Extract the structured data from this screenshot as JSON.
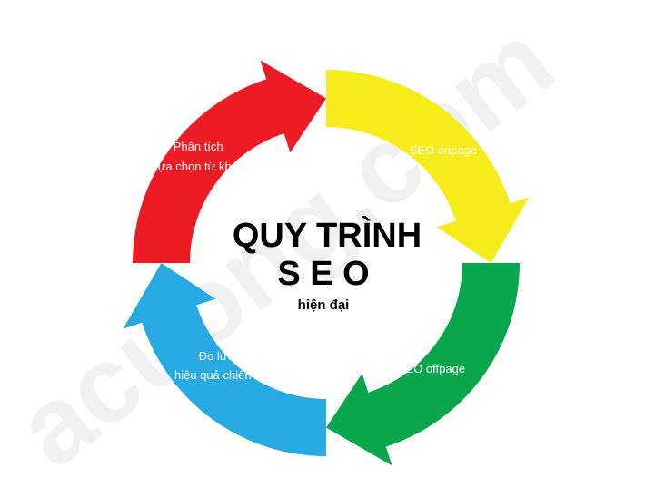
{
  "diagram": {
    "center": {
      "line1": "QUY TRÌNH",
      "line2": "S E O",
      "line3": "hiện đại"
    },
    "segments": [
      {
        "color": "#ed1c24",
        "label_lines": [
          "Phân tích",
          "lựa chọn từ khóa"
        ]
      },
      {
        "color": "#f6ec1c",
        "label_lines": [
          "SEO onpage"
        ]
      },
      {
        "color": "#0aa64c",
        "label_lines": [
          "SEO offpage"
        ]
      },
      {
        "color": "#27aae1",
        "label_lines": [
          "Đo lường",
          "hiệu quả chiến dịch"
        ]
      }
    ]
  },
  "watermark": {
    "text": "acuong.com"
  }
}
